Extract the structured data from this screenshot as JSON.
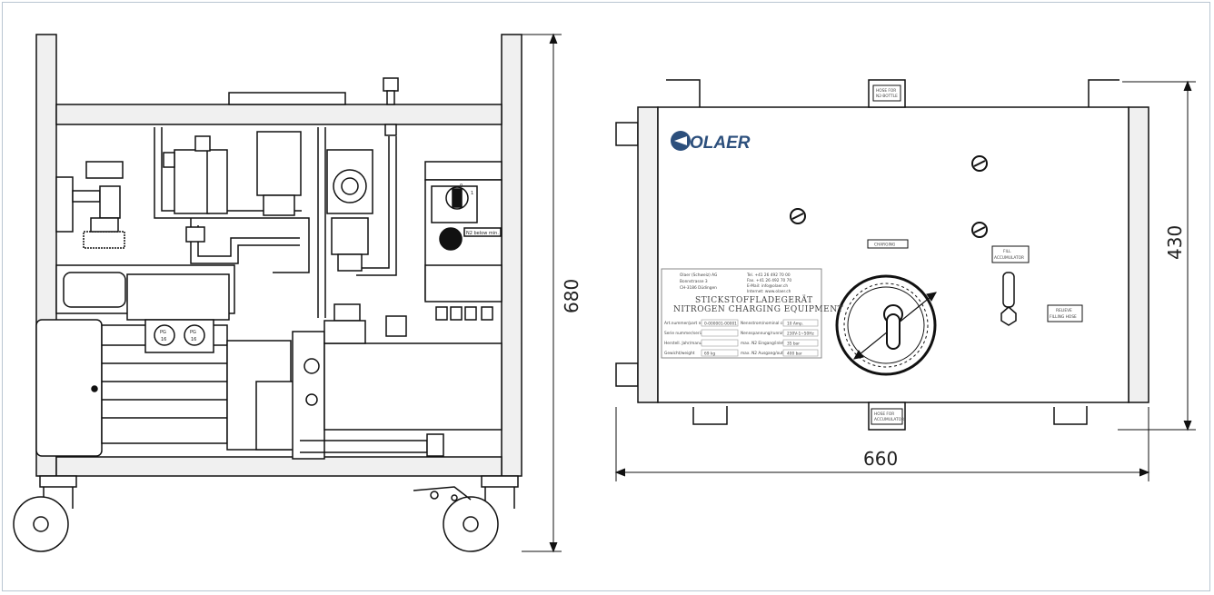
{
  "dimensions": {
    "height_side": "680",
    "height_front": "430",
    "width_front": "660"
  },
  "side_view": {
    "gauge_labels": [
      "PG",
      "16"
    ],
    "switch_positions": [
      "0",
      "1"
    ],
    "n2_label": "N2 below min."
  },
  "front_view": {
    "logo_text": "OLAER",
    "tag_hose_n2": [
      "HOSE FOR",
      "N2-BOTTLE"
    ],
    "tag_hose_acc": [
      "HOSE FOR",
      "ACCUMULATOR"
    ],
    "tag_charging": "CHARGING",
    "tag_fill": [
      "FILL",
      "ACCUMULATOR"
    ],
    "tag_relieve": [
      "RELIEVE",
      "FILLING HOSE"
    ],
    "nameplate": {
      "company": [
        "Olaer (Schweiz) AG",
        "Bonnstrasse 3",
        "CH-3186 Düdingen"
      ],
      "contact": [
        "Tel. +41 26 492 70 00",
        "Fax. +41 26 492 70 70",
        "E-Mail: info@olaer.ch",
        "Internet: www.olaer.ch"
      ],
      "title1": "STICKSTOFFLADEGERÄT",
      "title2": "NITROGEN CHARGING EQUIPMENT",
      "rows": [
        {
          "l": "Art.nummer/part number",
          "v1": "0-000001-00001",
          "r": "Nennstrom/nominal current",
          "v2": "10 Amp."
        },
        {
          "l": "Serie nummer/serial number",
          "v1": "",
          "r": "Nennspannung/running voltage",
          "v2": "230V-1~50Hz"
        },
        {
          "l": "Herstell. Jahr/manuf. year",
          "v1": "",
          "r": "max. N2 Eingang/inlet",
          "v2": "35 bar"
        },
        {
          "l": "Gewicht/weight",
          "v1": "69 kg",
          "r": "max. N2 Ausgang/outlet",
          "v2": "400 bar"
        }
      ]
    }
  }
}
